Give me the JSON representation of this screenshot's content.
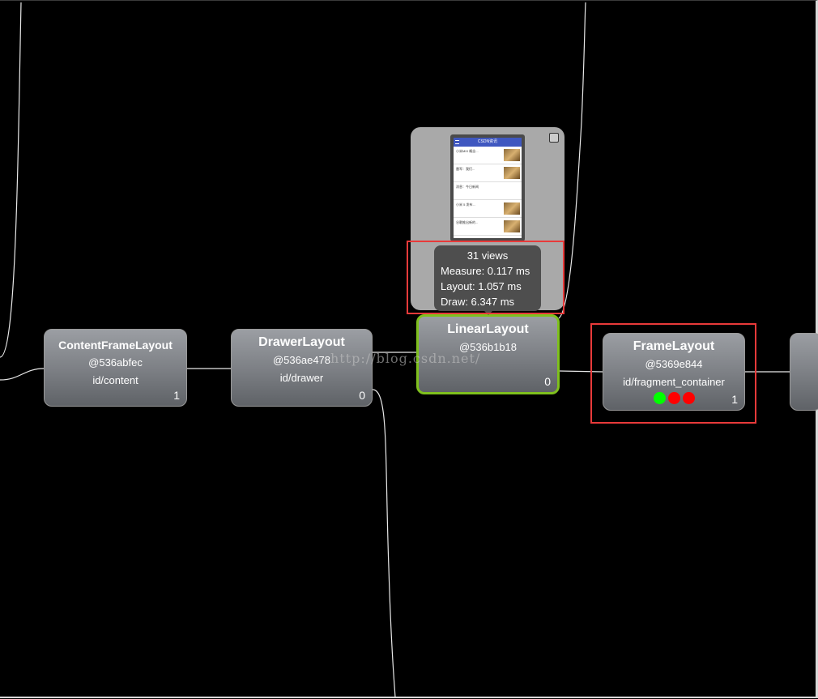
{
  "nodes": {
    "content_frame": {
      "title": "ContentFrameLayout",
      "hash": "@536abfec",
      "id": "id/content",
      "count": "1"
    },
    "drawer": {
      "title": "DrawerLayout",
      "hash": "@536ae478",
      "id": "id/drawer",
      "count": "0"
    },
    "linear": {
      "title": "LinearLayout",
      "hash": "@536b1b18",
      "count": "0"
    },
    "frame": {
      "title": "FrameLayout",
      "hash": "@5369e844",
      "id": "id/fragment_container",
      "count": "1"
    }
  },
  "tooltip": {
    "views": "31 views",
    "measure": "Measure: 0.117 ms",
    "layout": "Layout: 1.057 ms",
    "draw": "Draw: 6.347 ms"
  },
  "preview": {
    "app_title": "CSDN资讯",
    "rows": [
      "小米MIX 概念...",
      "雷军：我们...",
      "消息：今日新闻",
      "小米 5 发布...",
      "谷歌推出新的..."
    ]
  },
  "watermark": "http://blog.csdn.net/",
  "colors": {
    "selected_border": "#7fc01e",
    "highlight_box": "#e83a3a",
    "perf_measure": "#00ff00",
    "perf_layout": "#ff0000",
    "perf_draw": "#ff0000"
  }
}
